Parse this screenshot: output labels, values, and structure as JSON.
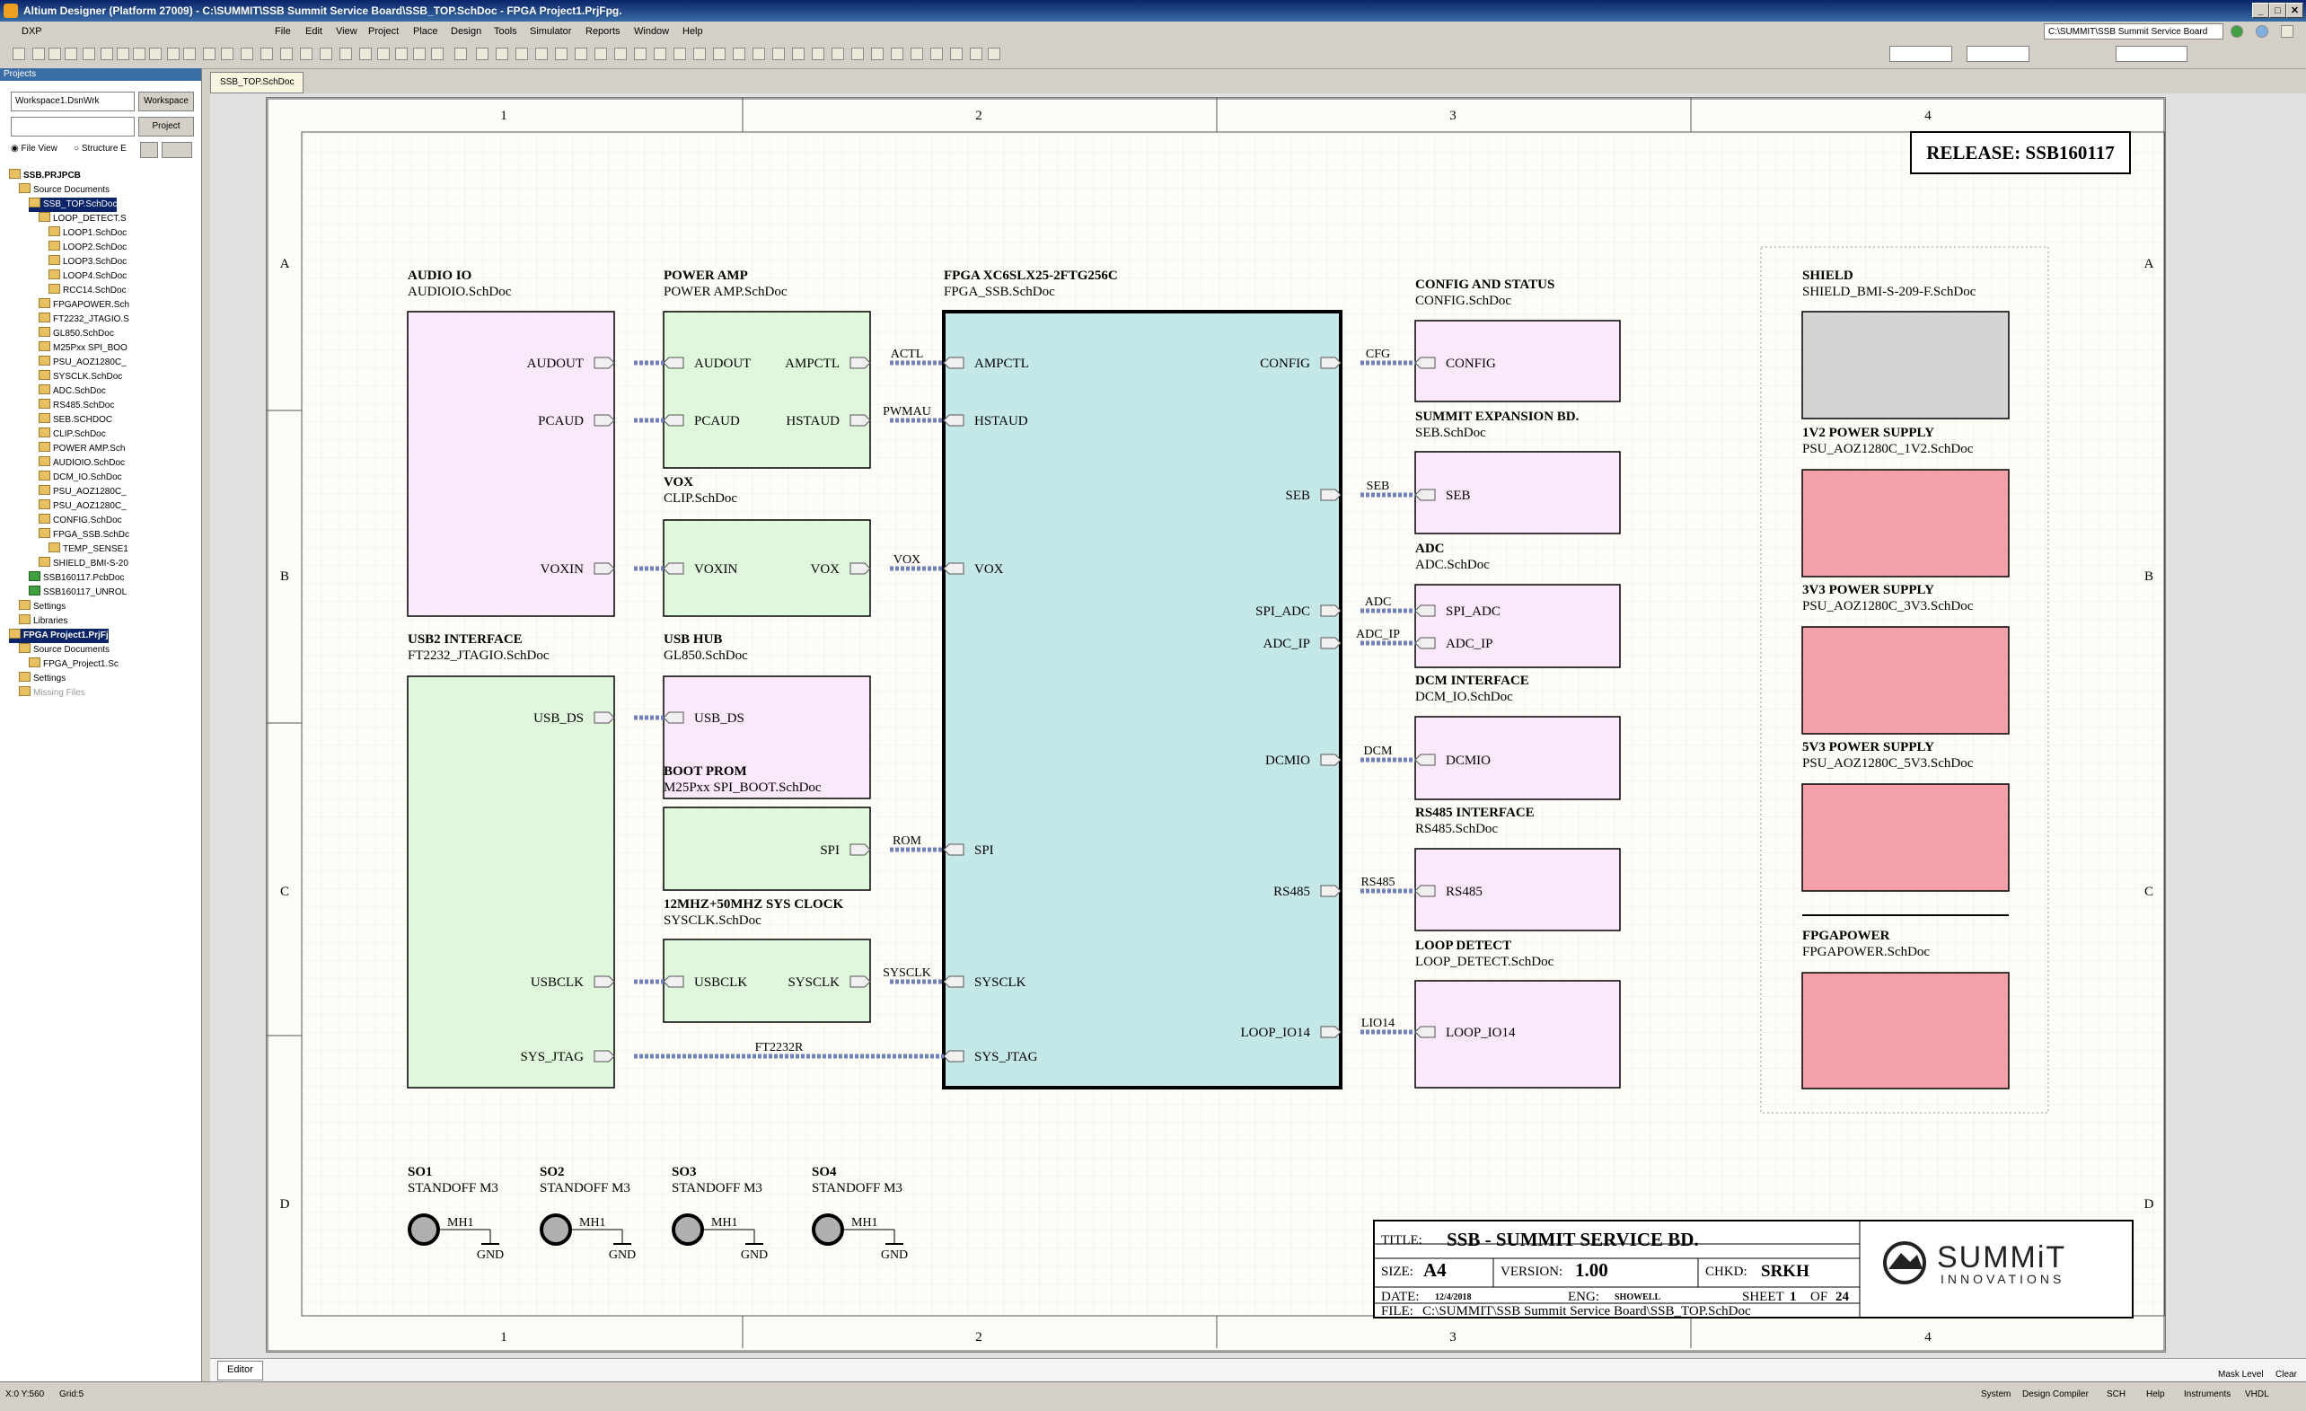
{
  "window": {
    "title": "Altium Designer (Platform 27009) - C:\\SUMMIT\\SSB Summit Service Board\\SSB_TOP.SchDoc - FPGA Project1.PrjFpg.",
    "minimize": "_",
    "maximize": "□",
    "close": "✕"
  },
  "menu": [
    "DXP",
    "File",
    "Edit",
    "View",
    "Project",
    "Place",
    "Design",
    "Tools",
    "Simulator",
    "Reports",
    "Window",
    "Help"
  ],
  "path_box": "C:\\SUMMIT\\SSB Summit Service Board",
  "panel": {
    "header": "Projects",
    "workspace_combo": "Workspace1.DsnWrk",
    "workspace_btn": "Workspace",
    "project_btn": "Project",
    "file_view": "File View",
    "structure_editor": "Structure E",
    "tree": [
      {
        "label": "SSB.PRJPCB",
        "indent": 0,
        "type": "proj"
      },
      {
        "label": "Source Documents",
        "indent": 1,
        "type": "folder"
      },
      {
        "label": "SSB_TOP.SchDoc",
        "indent": 2,
        "type": "file",
        "selected": true
      },
      {
        "label": "LOOP_DETECT.S",
        "indent": 3,
        "type": "file"
      },
      {
        "label": "LOOP1.SchDoc",
        "indent": 4,
        "type": "file"
      },
      {
        "label": "LOOP2.SchDoc",
        "indent": 4,
        "type": "file"
      },
      {
        "label": "LOOP3.SchDoc",
        "indent": 4,
        "type": "file"
      },
      {
        "label": "LOOP4.SchDoc",
        "indent": 4,
        "type": "file"
      },
      {
        "label": "RCC14.SchDoc",
        "indent": 4,
        "type": "file"
      },
      {
        "label": "FPGAPOWER.Sch",
        "indent": 3,
        "type": "file"
      },
      {
        "label": "FT2232_JTAGIO.S",
        "indent": 3,
        "type": "file"
      },
      {
        "label": "GL850.SchDoc",
        "indent": 3,
        "type": "file"
      },
      {
        "label": "M25Pxx SPI_BOO",
        "indent": 3,
        "type": "file"
      },
      {
        "label": "PSU_AOZ1280C_",
        "indent": 3,
        "type": "file"
      },
      {
        "label": "SYSCLK.SchDoc",
        "indent": 3,
        "type": "file"
      },
      {
        "label": "ADC.SchDoc",
        "indent": 3,
        "type": "file"
      },
      {
        "label": "RS485.SchDoc",
        "indent": 3,
        "type": "file"
      },
      {
        "label": "SEB.SCHDOC",
        "indent": 3,
        "type": "file"
      },
      {
        "label": "CLIP.SchDoc",
        "indent": 3,
        "type": "file"
      },
      {
        "label": "POWER AMP.Sch",
        "indent": 3,
        "type": "file"
      },
      {
        "label": "AUDIOIO.SchDoc",
        "indent": 3,
        "type": "file"
      },
      {
        "label": "DCM_IO.SchDoc",
        "indent": 3,
        "type": "file"
      },
      {
        "label": "PSU_AOZ1280C_",
        "indent": 3,
        "type": "file"
      },
      {
        "label": "PSU_AOZ1280C_",
        "indent": 3,
        "type": "file"
      },
      {
        "label": "CONFIG.SchDoc",
        "indent": 3,
        "type": "file"
      },
      {
        "label": "FPGA_SSB.SchDc",
        "indent": 3,
        "type": "file"
      },
      {
        "label": "TEMP_SENSE1",
        "indent": 4,
        "type": "file"
      },
      {
        "label": "SHIELD_BMI-S-20",
        "indent": 3,
        "type": "file"
      },
      {
        "label": "SSB160117.PcbDoc",
        "indent": 2,
        "type": "pcb"
      },
      {
        "label": "SSB160117_UNROL",
        "indent": 2,
        "type": "pcb"
      },
      {
        "label": "Settings",
        "indent": 1,
        "type": "folder"
      },
      {
        "label": "Libraries",
        "indent": 1,
        "type": "folder"
      },
      {
        "label": "FPGA Project1.PrjFj",
        "indent": 0,
        "type": "proj",
        "selected": true
      },
      {
        "label": "Source Documents",
        "indent": 1,
        "type": "folder"
      },
      {
        "label": "FPGA_Project1.Sc",
        "indent": 2,
        "type": "file"
      },
      {
        "label": "Settings",
        "indent": 1,
        "type": "folder"
      },
      {
        "label": "Missing Files",
        "indent": 1,
        "type": "folder",
        "muted": true
      }
    ]
  },
  "doc_tab": "SSB_TOP.SchDoc",
  "editor_tab": "Editor",
  "sheet": {
    "col_labels": [
      "1",
      "2",
      "3",
      "4"
    ],
    "row_labels": [
      "A",
      "B",
      "C",
      "D"
    ],
    "release": "RELEASE: SSB160117",
    "blocks": [
      {
        "id": "audio",
        "title": "AUDIO IO",
        "file": "AUDIOIO.SchDoc",
        "fill": "#fbe9fb"
      },
      {
        "id": "usb2",
        "title": "USB2 INTERFACE",
        "file": "FT2232_JTAGIO.SchDoc",
        "fill": "#dff8dc"
      },
      {
        "id": "pamp",
        "title": "POWER AMP",
        "file": "POWER AMP.SchDoc",
        "fill": "#dff8dc"
      },
      {
        "id": "vox",
        "title": "VOX",
        "file": "CLIP.SchDoc",
        "fill": "#dff8dc"
      },
      {
        "id": "usbhub",
        "title": "USB HUB",
        "file": "GL850.SchDoc",
        "fill": "#fbe9fb"
      },
      {
        "id": "bootprom",
        "title": "BOOT PROM",
        "file": "M25Pxx SPI_BOOT.SchDoc",
        "fill": "#dff8dc"
      },
      {
        "id": "sysclk",
        "title": "12MHZ+50MHZ  SYS CLOCK",
        "file": "SYSCLK.SchDoc",
        "fill": "#dff8dc"
      },
      {
        "id": "fpga",
        "title": "FPGA XC6SLX25-2FTG256C",
        "file": "FPGA_SSB.SchDoc",
        "fill": "#c4e8e8"
      },
      {
        "id": "config",
        "title": "CONFIG AND STATUS",
        "file": "CONFIG.SchDoc",
        "fill": "#fbe9fb"
      },
      {
        "id": "seb",
        "title": "SUMMIT EXPANSION BD.",
        "file": "SEB.SchDoc",
        "fill": "#fbe9fb"
      },
      {
        "id": "adc",
        "title": "ADC",
        "file": "ADC.SchDoc",
        "fill": "#fbe9fb"
      },
      {
        "id": "dcm",
        "title": "DCM INTERFACE",
        "file": "DCM_IO.SchDoc",
        "fill": "#fbe9fb"
      },
      {
        "id": "rs485",
        "title": "RS485 INTERFACE",
        "file": "RS485.SchDoc",
        "fill": "#fbe9fb"
      },
      {
        "id": "loop",
        "title": "LOOP DETECT",
        "file": "LOOP_DETECT.SchDoc",
        "fill": "#fbe9fb"
      },
      {
        "id": "shield",
        "title": "SHIELD",
        "file": "SHIELD_BMI-S-209-F.SchDoc",
        "fill": "#d4d4d4"
      },
      {
        "id": "v12",
        "title": "1V2 POWER SUPPLY",
        "file": "PSU_AOZ1280C_1V2.SchDoc",
        "fill": "#f4a0a8"
      },
      {
        "id": "v33",
        "title": "3V3 POWER SUPPLY",
        "file": "PSU_AOZ1280C_3V3.SchDoc",
        "fill": "#f4a0a8"
      },
      {
        "id": "v50",
        "title": "5V3 POWER SUPPLY",
        "file": "PSU_AOZ1280C_5V3.SchDoc",
        "fill": "#f4a0a8"
      },
      {
        "id": "fpgapwr",
        "title": "FPGAPOWER",
        "file": "FPGAPOWER.SchDoc",
        "fill": "#f4a0a8"
      }
    ],
    "ports": {
      "audio": [
        "AUDOUT",
        "PCAUD",
        "VOXIN"
      ],
      "pamp_left": [
        "AUDOUT",
        "PCAUD"
      ],
      "pamp_right": [
        "AMPCTL",
        "HSTAUD"
      ],
      "vox_left": "VOXIN",
      "vox_right": "VOX",
      "usb2": [
        "USB_DS",
        "USBCLK",
        "SYS_JTAG"
      ],
      "usbhub": "USB_DS",
      "bootprom": "SPI",
      "sysclk_left": "USBCLK",
      "sysclk_right": "SYSCLK",
      "fpga_left": [
        "AMPCTL",
        "HSTAUD",
        "VOX",
        "SPI",
        "SYSCLK",
        "SYS_JTAG"
      ],
      "fpga_right": [
        "CONFIG",
        "SEB",
        "SPI_ADC",
        "ADC_IP",
        "DCMIO",
        "RS485",
        "LOOP_IO14"
      ],
      "config": "CONFIG",
      "seb": "SEB",
      "adc": [
        "SPI_ADC",
        "ADC_IP"
      ],
      "dcm": "DCMIO",
      "rs485": "RS485",
      "loop": "LOOP_IO14"
    },
    "nets": [
      "ACTL",
      "PWMAU",
      "VOX",
      "ROM",
      "SYSCLK",
      "FT2232R",
      "CFG",
      "SEB",
      "ADC",
      "ADC_IP",
      "DCM",
      "RS485",
      "LIO14"
    ],
    "standoffs": [
      {
        "ref": "SO1",
        "value": "STANDOFF M3",
        "pin": "MH1",
        "net": "GND"
      },
      {
        "ref": "SO2",
        "value": "STANDOFF M3",
        "pin": "MH1",
        "net": "GND"
      },
      {
        "ref": "SO3",
        "value": "STANDOFF M3",
        "pin": "MH1",
        "net": "GND"
      },
      {
        "ref": "SO4",
        "value": "STANDOFF M3",
        "pin": "MH1",
        "net": "GND"
      }
    ],
    "titleblock": {
      "title_lbl": "TITLE:",
      "title": "SSB - SUMMIT SERVICE BD.",
      "size_lbl": "SIZE:",
      "size": "A4",
      "version_lbl": "VERSION:",
      "version": "1.00",
      "chkd_lbl": "CHKD:",
      "chkd": "SRKH",
      "date_lbl": "DATE:",
      "date": "12/4/2018",
      "eng_lbl": "ENG:",
      "eng": "SHOWELL",
      "sheet_lbl": "SHEET",
      "sheet": "1",
      "of_lbl": "OF",
      "of": "24",
      "file_lbl": "FILE:",
      "file": "C:\\SUMMIT\\SSB Summit Service Board\\SSB_TOP.SchDoc",
      "logo_top": "SUMMiT",
      "logo_bottom": "INNOVATIONS"
    }
  },
  "status": {
    "coords": "X:0 Y:560",
    "grid": "Grid:5",
    "right": [
      "System",
      "Design Compiler",
      "SCH",
      "Help",
      "Instruments",
      "VHDL",
      "Mask Level",
      "Clear"
    ]
  },
  "colors": {
    "accent": "#0a246a",
    "wire": "#7080c0",
    "fpga": "#c4e8e8"
  }
}
